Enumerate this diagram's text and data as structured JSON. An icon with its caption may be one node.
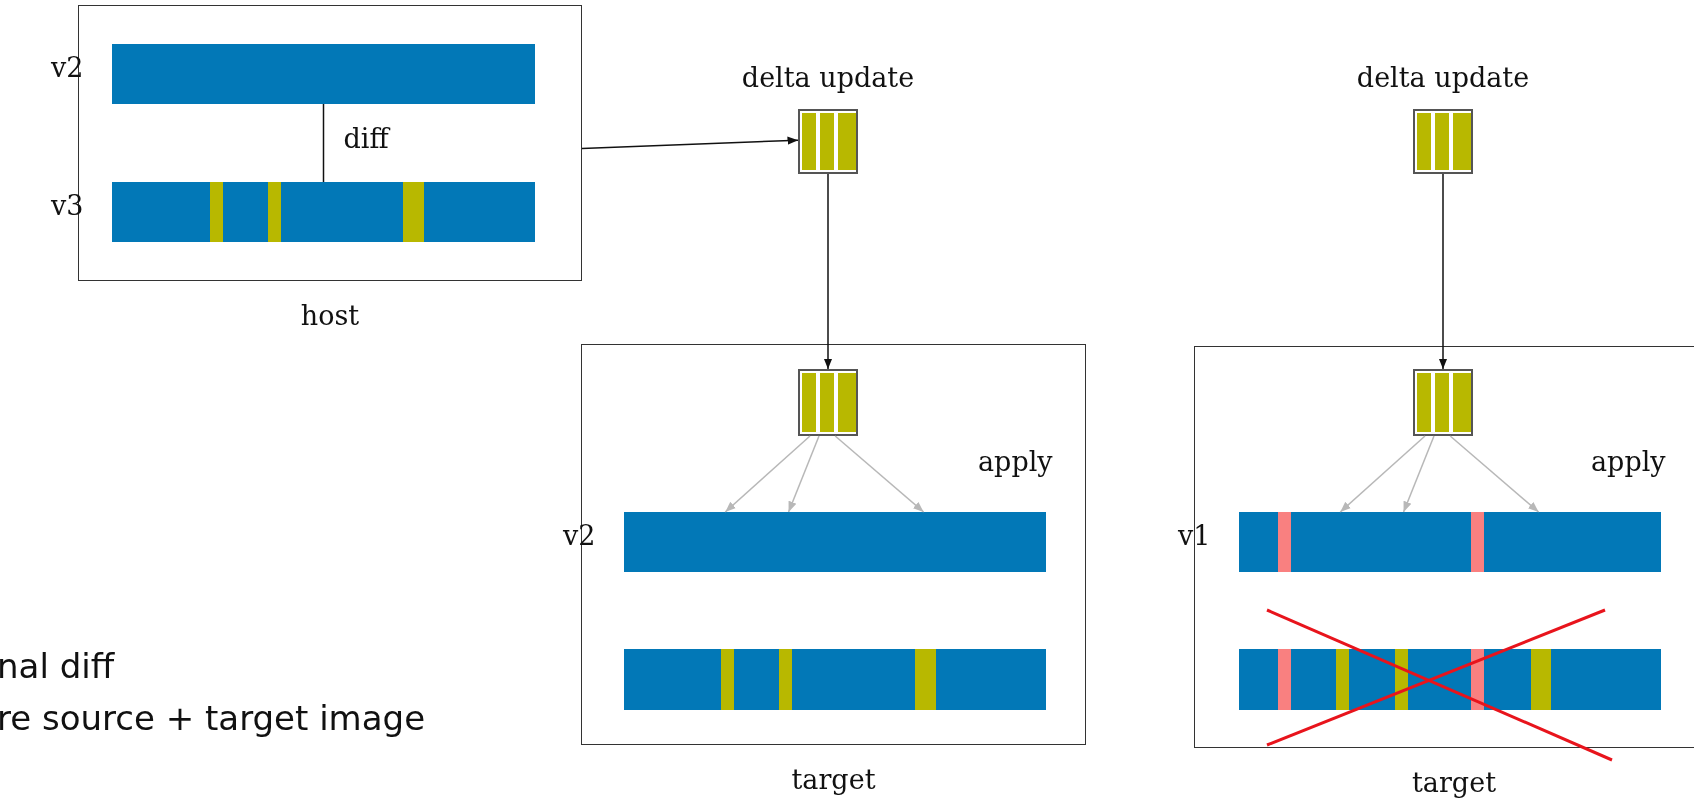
{
  "diagram": {
    "nodes": [
      {
        "text": [
          "host"
        ]
      },
      {
        "text": [],
        "shape": "bar",
        "beside": [
          "v2"
        ],
        "in": 0
      },
      {
        "text": [],
        "shape": "bar",
        "beside": [
          "v3"
        ],
        "in": 0
      },
      {
        "text": [],
        "shape": "box",
        "beside": [
          "delta update"
        ]
      },
      {
        "text": [
          "target"
        ]
      },
      {
        "text": [],
        "shape": "box",
        "in": 4
      },
      {
        "text": [],
        "shape": "bar",
        "beside": [
          "v2"
        ],
        "in": 4
      },
      {
        "text": [],
        "shape": "bar",
        "in": 4
      },
      {
        "text": [],
        "shape": "box",
        "beside": [
          "delta update"
        ]
      },
      {
        "text": [
          "target"
        ]
      },
      {
        "text": [],
        "shape": "box",
        "in": 9
      },
      {
        "text": [],
        "shape": "bar",
        "beside": [
          "v1"
        ],
        "in": 9
      },
      {
        "text": [],
        "shape": "bar",
        "in": 9
      }
    ],
    "edges": [
      {
        "from": 1,
        "to": 2,
        "arrow": "none",
        "label": "diff",
        "color": "#111111"
      },
      {
        "from": 0,
        "to": 3,
        "arrow": "to",
        "color": "#111111"
      },
      {
        "from": 3,
        "to": 5,
        "arrow": "to",
        "color": "#111111"
      },
      {
        "from": 5,
        "to": 6,
        "arrow": "to",
        "color": "#b8b8b8"
      },
      {
        "from": 5,
        "to": 6,
        "arrow": "to",
        "color": "#b8b8b8"
      },
      {
        "from": 5,
        "to": 6,
        "arrow": "to",
        "color": "#b8b8b8"
      },
      {
        "from": 8,
        "to": 10,
        "arrow": "to",
        "color": "#111111"
      },
      {
        "from": 10,
        "to": 11,
        "arrow": "to",
        "color": "#b8b8b8"
      },
      {
        "from": 10,
        "to": 11,
        "arrow": "to",
        "color": "#b8b8b8"
      },
      {
        "from": 10,
        "to": 11,
        "arrow": "to",
        "color": "#b8b8b8"
      }
    ],
    "labels": [
      "apply",
      "apply",
      "nal diff",
      "re source + target image"
    ]
  }
}
